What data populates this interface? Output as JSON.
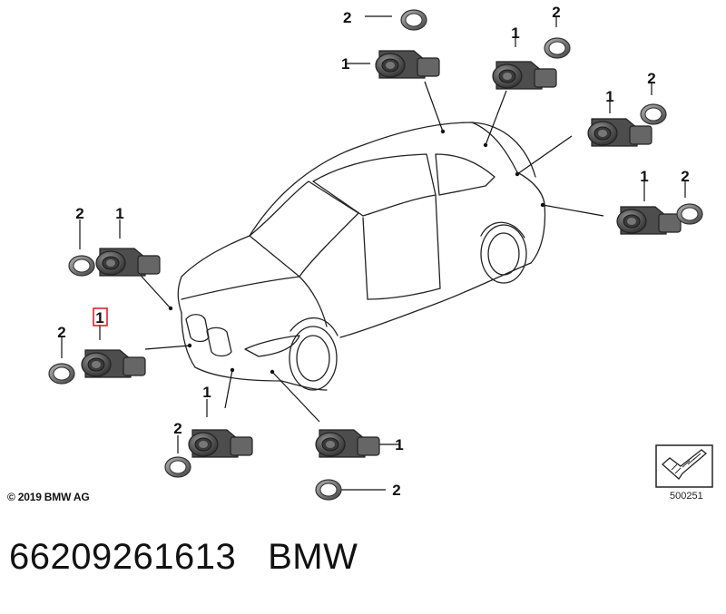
{
  "callouts": {
    "top_ring": "2",
    "top_sensor": "1",
    "top_right_sensor": "1",
    "top_right_ring": "2",
    "right_upper_sensor": "1",
    "right_upper_ring": "2",
    "right_lower_sensor": "1",
    "right_lower_ring": "2",
    "left_upper_ring": "2",
    "left_upper_sensor": "1",
    "left_lower_sensor_highlighted": "1",
    "left_lower_ring": "2",
    "bottom_sensor": "1",
    "bottom_ring": "2",
    "bottom_right_sensor": "1",
    "bottom_right_ring": "2"
  },
  "copyright": "© 2019 BMW AG",
  "diagram_id": "500251",
  "footer": {
    "part_number": "66209261613",
    "brand": "BMW"
  },
  "colors": {
    "highlight": "#e0202a",
    "sensor_fill": "#5e5e5e",
    "ring_fill": "#8a8a8a",
    "line": "#111111"
  },
  "icons": {
    "corner_symbol": "arrow-hatch-icon"
  }
}
